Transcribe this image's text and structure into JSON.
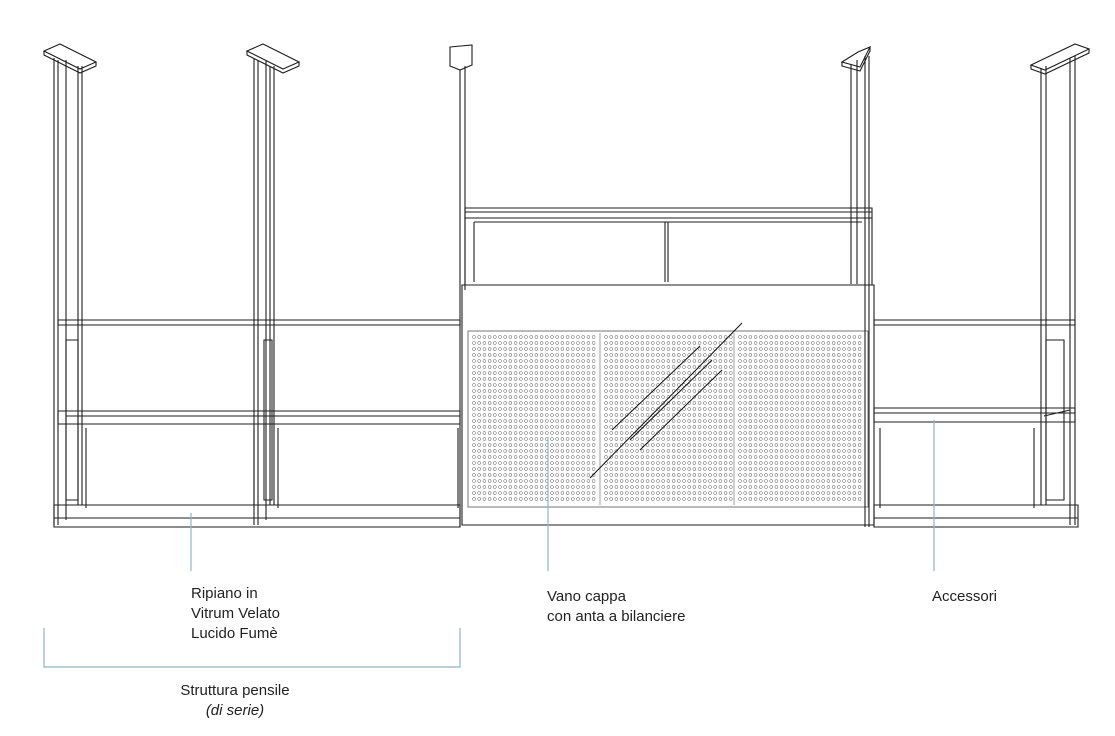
{
  "annotations": {
    "shelf": {
      "lines": [
        "Ripiano in",
        "Vitrum Velato",
        "Lucido Fumè"
      ]
    },
    "hood": {
      "lines": [
        "Vano cappa",
        "con anta a bilanciere"
      ]
    },
    "accessories": {
      "lines": [
        "Accessori"
      ]
    },
    "structure": {
      "title": "Struttura pensile",
      "note": "(di serie)"
    }
  },
  "colors": {
    "line": "#1e1e1e",
    "leader": "#8fb5c4",
    "perforation": "#555555"
  }
}
